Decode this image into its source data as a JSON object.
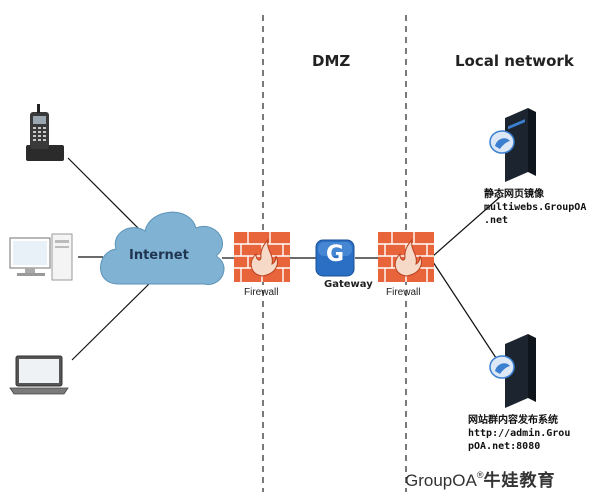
{
  "zones": {
    "dmz_title": "DMZ",
    "local_title": "Local network"
  },
  "internet_label": "Internet",
  "firewall_left_label": "Firewall",
  "firewall_right_label": "Firewall",
  "gateway_label": "Gateway",
  "gateway_icon_letter": "G",
  "server_top": {
    "line1": "静态网页镜像",
    "line2": "multiwebs.GroupOA",
    "line3": ".net"
  },
  "server_bottom": {
    "line1": "网站群内容发布系统",
    "line2": "http://admin.Grou",
    "line3": "pOA.net:8080"
  },
  "brand": {
    "name": "GroupOA",
    "mark": "®",
    "cn": "牛娃教育"
  },
  "colors": {
    "cloud": "#7fb2d3",
    "firewall": "#e8643a",
    "gateway": "#2a6fc4",
    "server_dark": "#1c2430",
    "server_accent": "#3a7fd0"
  }
}
